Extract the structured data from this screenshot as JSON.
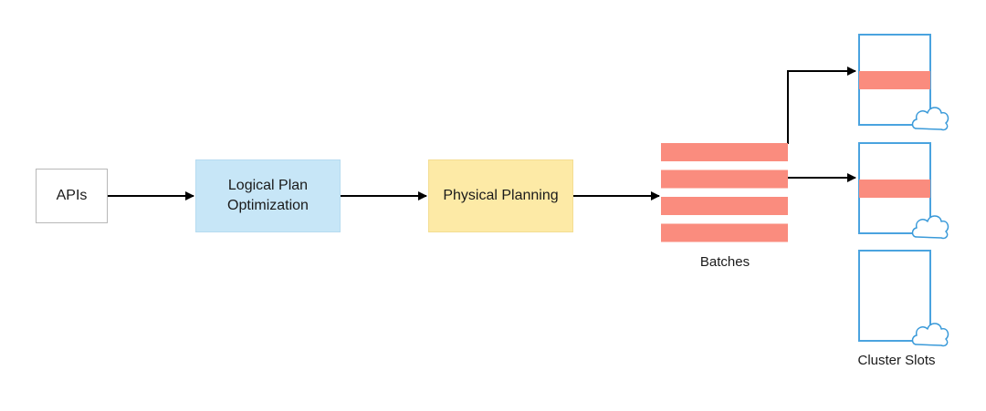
{
  "nodes": {
    "apis": "APIs",
    "logical_plan": "Logical Plan\nOptimization",
    "physical_planning": "Physical Planning"
  },
  "captions": {
    "batches": "Batches",
    "cluster_slots": "Cluster Slots"
  },
  "batches": {
    "count": 4
  },
  "cluster_slots": {
    "count": 3,
    "occupied": [
      true,
      true,
      false
    ]
  },
  "colors": {
    "apis_border": "#b8b8b8",
    "logical_fill": "#c7e6f7",
    "physical_fill": "#fdeaa6",
    "batch_fill": "#fa8c7e",
    "slot_border": "#4aa3df",
    "cloud_stroke": "#3a9ad9",
    "arrow": "#000000"
  }
}
